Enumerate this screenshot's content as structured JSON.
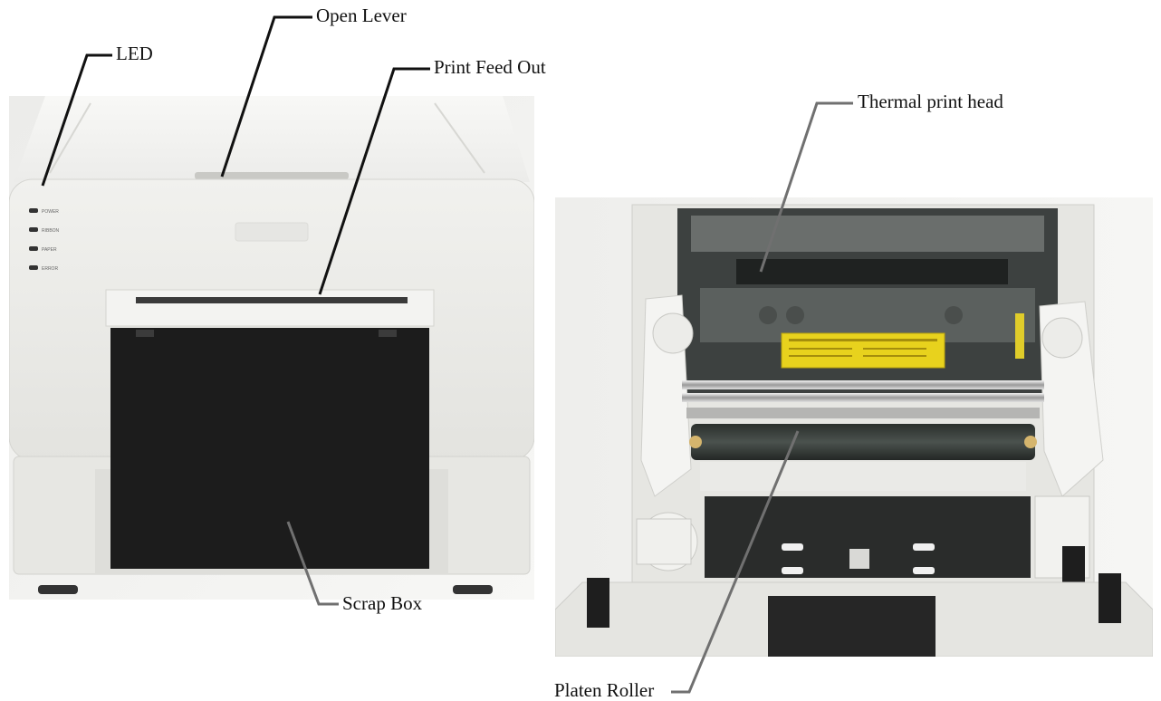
{
  "figure": {
    "left_photo": {
      "subject": "Printer front view",
      "led_labels": [
        "POWER",
        "RIBBON",
        "PAPER",
        "ERROR"
      ]
    },
    "right_photo": {
      "subject": "Printer interior with door open"
    },
    "callouts": [
      {
        "id": "led",
        "text": "LED"
      },
      {
        "id": "open-lever",
        "text": "Open Lever"
      },
      {
        "id": "print-feed-out",
        "text": "Print Feed Out"
      },
      {
        "id": "scrap-box",
        "text": "Scrap Box"
      },
      {
        "id": "thermal-print-head",
        "text": "Thermal print head"
      },
      {
        "id": "platen-roller",
        "text": "Platen Roller"
      }
    ]
  },
  "colors": {
    "callout_line_front": "#111111",
    "callout_line_grey": "#707070",
    "printer_body": "#e9e9e6",
    "door_black": "#1c1c1c",
    "label_yellow": "#e8d21d"
  }
}
